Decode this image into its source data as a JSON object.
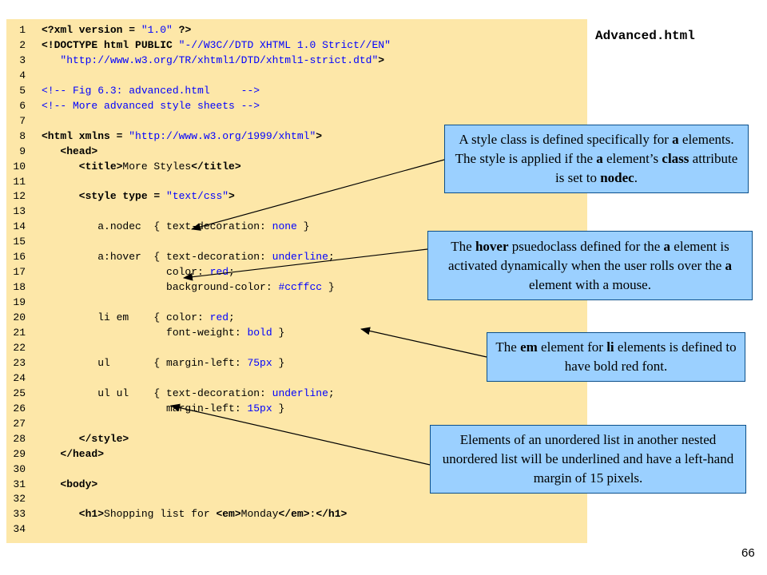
{
  "file_title": "Advanced.html",
  "page_number": "66",
  "code_lines": [
    {
      "n": "1",
      "segs": [
        {
          "t": "<?xml version = ",
          "k": "tag"
        },
        {
          "t": "\"1.0\"",
          "k": "lit"
        },
        {
          "t": " ?>",
          "k": "tag"
        }
      ]
    },
    {
      "n": "2",
      "segs": [
        {
          "t": "<!DOCTYPE html PUBLIC ",
          "k": "tag"
        },
        {
          "t": "\"-//W3C//DTD XHTML 1.0 Strict//EN\"",
          "k": "lit"
        }
      ]
    },
    {
      "n": "3",
      "segs": [
        {
          "t": "   ",
          "k": ""
        },
        {
          "t": "\"http://www.w3.org/TR/xhtml1/DTD/xhtml1-strict.dtd\"",
          "k": "lit"
        },
        {
          "t": ">",
          "k": "tag"
        }
      ]
    },
    {
      "n": "4",
      "segs": []
    },
    {
      "n": "5",
      "segs": [
        {
          "t": "<!-- Fig 6.3: advanced.html     -->",
          "k": "lit"
        }
      ]
    },
    {
      "n": "6",
      "segs": [
        {
          "t": "<!-- More advanced style sheets -->",
          "k": "lit"
        }
      ]
    },
    {
      "n": "7",
      "segs": []
    },
    {
      "n": "8",
      "segs": [
        {
          "t": "<html xmlns = ",
          "k": "tag"
        },
        {
          "t": "\"http://www.w3.org/1999/xhtml\"",
          "k": "lit"
        },
        {
          "t": ">",
          "k": "tag"
        }
      ]
    },
    {
      "n": "9",
      "segs": [
        {
          "t": "   <head>",
          "k": "tag"
        }
      ]
    },
    {
      "n": "10",
      "segs": [
        {
          "t": "      <title>",
          "k": "tag"
        },
        {
          "t": "More Styles",
          "k": ""
        },
        {
          "t": "</title>",
          "k": "tag"
        }
      ]
    },
    {
      "n": "11",
      "segs": []
    },
    {
      "n": "12",
      "segs": [
        {
          "t": "      <style type = ",
          "k": "tag"
        },
        {
          "t": "\"text/css\"",
          "k": "lit"
        },
        {
          "t": ">",
          "k": "tag"
        }
      ]
    },
    {
      "n": "13",
      "segs": []
    },
    {
      "n": "14",
      "segs": [
        {
          "t": "         a.nodec  { text-decoration: ",
          "k": ""
        },
        {
          "t": "none",
          "k": "lit"
        },
        {
          "t": " }",
          "k": ""
        }
      ]
    },
    {
      "n": "15",
      "segs": []
    },
    {
      "n": "16",
      "segs": [
        {
          "t": "         a:hover  { text-decoration: ",
          "k": ""
        },
        {
          "t": "underline",
          "k": "lit"
        },
        {
          "t": ";",
          "k": ""
        }
      ]
    },
    {
      "n": "17",
      "segs": [
        {
          "t": "                    color: ",
          "k": ""
        },
        {
          "t": "red",
          "k": "lit"
        },
        {
          "t": ";",
          "k": ""
        }
      ]
    },
    {
      "n": "18",
      "segs": [
        {
          "t": "                    background-color: ",
          "k": ""
        },
        {
          "t": "#ccffcc",
          "k": "lit"
        },
        {
          "t": " }",
          "k": ""
        }
      ]
    },
    {
      "n": "19",
      "segs": []
    },
    {
      "n": "20",
      "segs": [
        {
          "t": "         li em    { color: ",
          "k": ""
        },
        {
          "t": "red",
          "k": "lit"
        },
        {
          "t": ";",
          "k": ""
        }
      ]
    },
    {
      "n": "21",
      "segs": [
        {
          "t": "                    font-weight: ",
          "k": ""
        },
        {
          "t": "bold",
          "k": "lit"
        },
        {
          "t": " }",
          "k": ""
        }
      ]
    },
    {
      "n": "22",
      "segs": []
    },
    {
      "n": "23",
      "segs": [
        {
          "t": "         ul       { margin-left: ",
          "k": ""
        },
        {
          "t": "75px",
          "k": "lit"
        },
        {
          "t": " }",
          "k": ""
        }
      ]
    },
    {
      "n": "24",
      "segs": []
    },
    {
      "n": "25",
      "segs": [
        {
          "t": "         ul ul    { text-decoration: ",
          "k": ""
        },
        {
          "t": "underline",
          "k": "lit"
        },
        {
          "t": ";",
          "k": ""
        }
      ]
    },
    {
      "n": "26",
      "segs": [
        {
          "t": "                    margin-left: ",
          "k": ""
        },
        {
          "t": "15px",
          "k": "lit"
        },
        {
          "t": " }",
          "k": ""
        }
      ]
    },
    {
      "n": "27",
      "segs": []
    },
    {
      "n": "28",
      "segs": [
        {
          "t": "      </style>",
          "k": "tag"
        }
      ]
    },
    {
      "n": "29",
      "segs": [
        {
          "t": "   </head>",
          "k": "tag"
        }
      ]
    },
    {
      "n": "30",
      "segs": []
    },
    {
      "n": "31",
      "segs": [
        {
          "t": "   <body>",
          "k": "tag"
        }
      ]
    },
    {
      "n": "32",
      "segs": []
    },
    {
      "n": "33",
      "segs": [
        {
          "t": "      <h1>",
          "k": "tag"
        },
        {
          "t": "Shopping list for ",
          "k": ""
        },
        {
          "t": "<em>",
          "k": "tag"
        },
        {
          "t": "Monday",
          "k": ""
        },
        {
          "t": "</em>",
          "k": "tag"
        },
        {
          "t": ":",
          "k": ""
        },
        {
          "t": "</h1>",
          "k": "tag"
        }
      ]
    },
    {
      "n": "34",
      "segs": []
    }
  ],
  "callouts": [
    {
      "id": "callout-nodec",
      "parts": [
        {
          "t": "A style class is defined specifically for "
        },
        {
          "t": "a",
          "b": true
        },
        {
          "t": " elements. The style is applied if the "
        },
        {
          "t": "a",
          "b": true
        },
        {
          "t": " element’s "
        },
        {
          "t": "class",
          "b": true
        },
        {
          "t": " attribute is set to "
        },
        {
          "t": "nodec",
          "b": true
        },
        {
          "t": "."
        }
      ]
    },
    {
      "id": "callout-hover",
      "parts": [
        {
          "t": "The "
        },
        {
          "t": "hover",
          "b": true
        },
        {
          "t": " psuedoclass defined for the "
        },
        {
          "t": "a",
          "b": true
        },
        {
          "t": " element is activated dynamically when the user rolls over the "
        },
        {
          "t": "a",
          "b": true
        },
        {
          "t": " element with a mouse."
        }
      ]
    },
    {
      "id": "callout-em",
      "parts": [
        {
          "t": "The "
        },
        {
          "t": "em",
          "b": true
        },
        {
          "t": " element for "
        },
        {
          "t": "li",
          "b": true
        },
        {
          "t": " elements is defined to have bold red font."
        }
      ]
    },
    {
      "id": "callout-ulul",
      "parts": [
        {
          "t": "Elements of an unordered list in another nested unordered list will be underlined and have a left-hand margin of 15 pixels."
        }
      ]
    }
  ],
  "colors": {
    "code_background": "#fde7a8",
    "callout_background": "#9bd0ff",
    "literal_blue": "#0000ff"
  }
}
